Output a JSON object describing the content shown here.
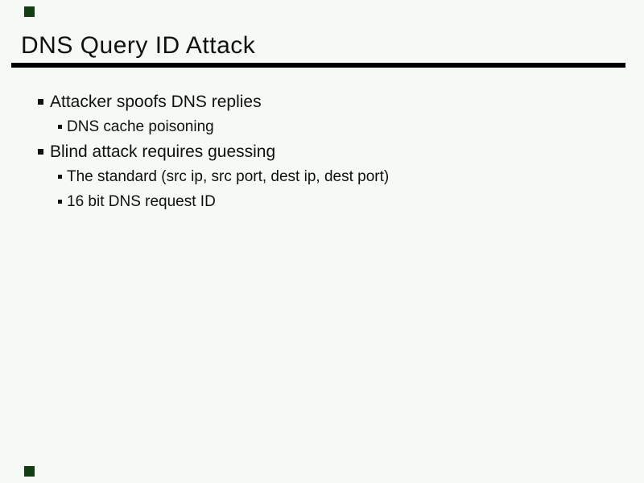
{
  "slide": {
    "title": "DNS Query ID Attack",
    "bullets": [
      {
        "level": 1,
        "text": "Attacker spoofs DNS replies"
      },
      {
        "level": 2,
        "text": "DNS cache poisoning"
      },
      {
        "level": 1,
        "text": "Blind attack requires guessing"
      },
      {
        "level": 2,
        "text": "The standard (src ip, src port, dest ip, dest port)"
      },
      {
        "level": 2,
        "text": "16 bit DNS request ID"
      }
    ],
    "colors": {
      "background": "#f5faf5",
      "text": "#101010",
      "title_rule": "#000000",
      "corner_marker": "#123f12"
    }
  }
}
